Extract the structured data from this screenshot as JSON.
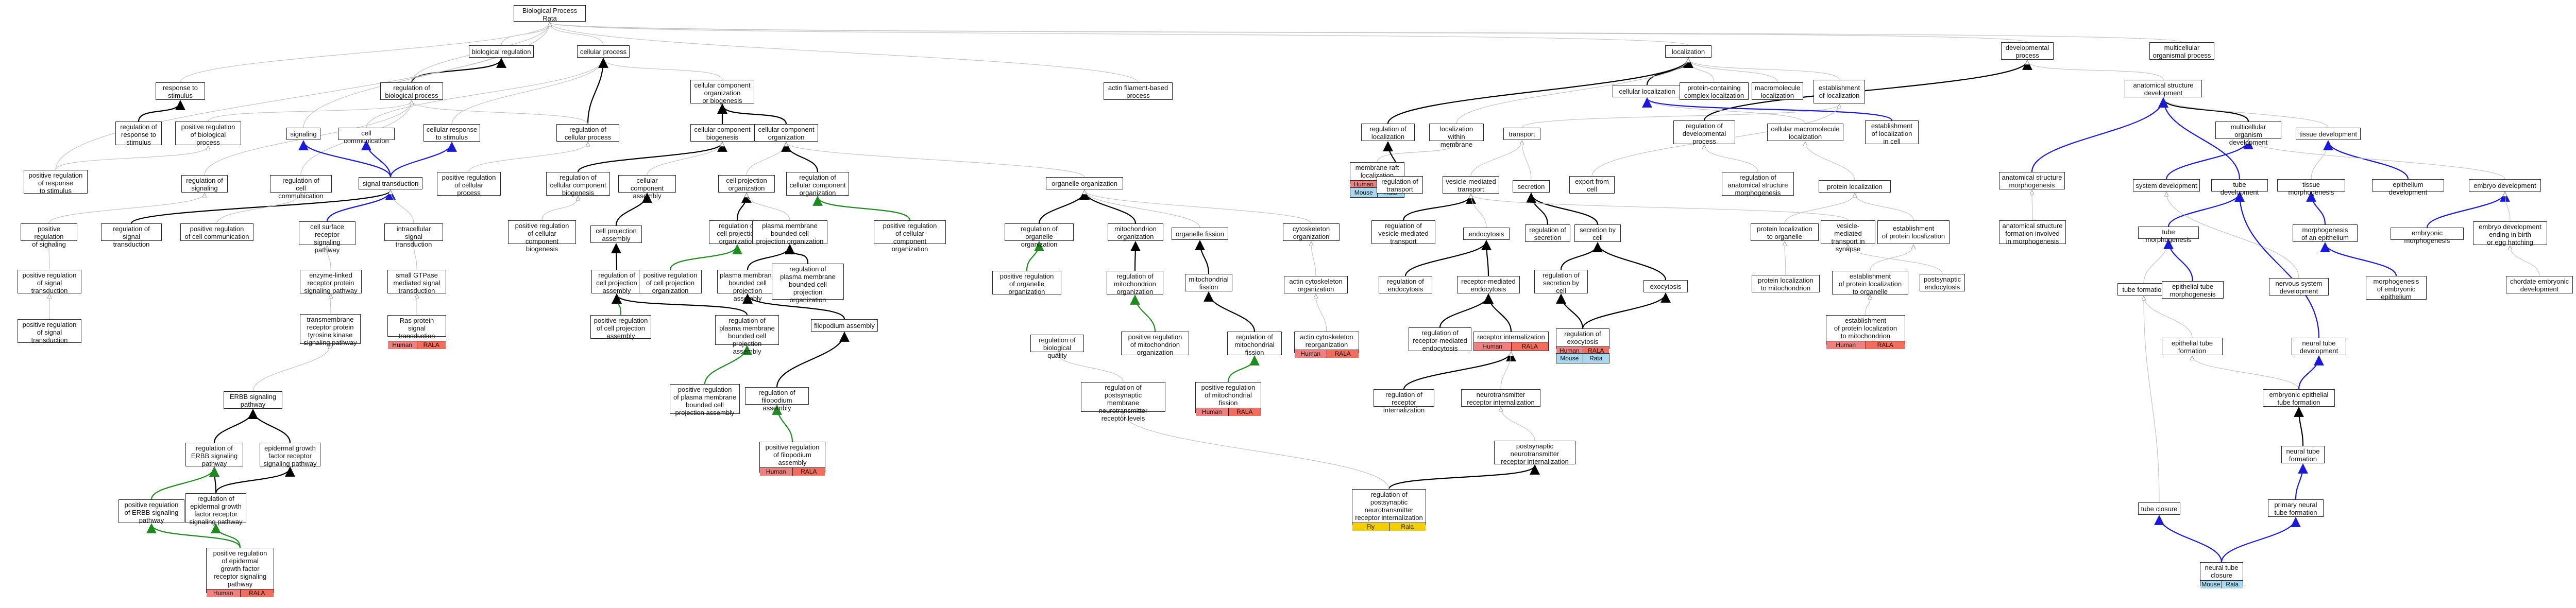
{
  "colors": {
    "edge_gray": "#c4c4c4",
    "edge_black": "#000000",
    "edge_green": "#1f8a1f",
    "edge_blue": "#1a1ad6",
    "tag_human": "#f08080",
    "tag_rata": "#f26d5b",
    "tag_mouse": "#a9d8f0",
    "tag_fly": "#f5d000"
  },
  "nodes": {
    "root": {
      "label": "Biological Process\nRata"
    },
    "biological_regulation": {
      "label": "biological regulation"
    },
    "cellular_process": {
      "label": "cellular process"
    },
    "response_to_stimulus": {
      "label": "response to\nstimulus"
    },
    "regulation_of_biological_process": {
      "label": "regulation of\nbiological process"
    },
    "cellular_component_organization_or_biogenesis": {
      "label": "cellular component\norganization\nor biogenesis"
    },
    "actin_filament_based_process": {
      "label": "actin filament-based\nprocess"
    },
    "localization": {
      "label": "localization"
    },
    "developmental_process": {
      "label": "developmental\nprocess"
    },
    "multicellular_organismal_process": {
      "label": "multicellular\norganismal process"
    },
    "regulation_of_response_to_stimulus": {
      "label": "regulation of\nresponse to\nstimulus"
    },
    "positive_regulation_of_biological_process": {
      "label": "positive regulation\nof biological\nprocess"
    },
    "signaling": {
      "label": "signaling"
    },
    "cell_communication": {
      "label": "cell communication"
    },
    "cellular_response_to_stimulus": {
      "label": "cellular response\nto stimulus"
    },
    "regulation_of_cellular_process": {
      "label": "regulation of\ncellular process"
    },
    "cellular_component_biogenesis": {
      "label": "cellular component\nbiogenesis"
    },
    "cellular_component_organization": {
      "label": "cellular component\norganization"
    },
    "cellular_localization": {
      "label": "cellular localization"
    },
    "protein_containing_complex_localization": {
      "label": "protein-containing\ncomplex localization"
    },
    "macromolecule_localization": {
      "label": "macromolecule\nlocalization"
    },
    "establishment_of_localization": {
      "label": "establishment\nof localization"
    },
    "regulation_of_localization": {
      "label": "regulation of\nlocalization"
    },
    "localization_within_membrane": {
      "label": "localization\nwithin membrane"
    },
    "transport": {
      "label": "transport"
    },
    "regulation_of_developmental_process": {
      "label": "regulation of\ndevelopmental\nprocess"
    },
    "cellular_macromolecule_localization": {
      "label": "cellular macromolecule\nlocalization"
    },
    "establishment_of_localization_in_cell": {
      "label": "establishment\nof localization\nin cell"
    },
    "anatomical_structure_development": {
      "label": "anatomical structure\ndevelopment"
    },
    "multicellular_organism_development": {
      "label": "multicellular\norganism development"
    },
    "tissue_development": {
      "label": "tissue development"
    },
    "positive_regulation_of_response_to_stimulus": {
      "label": "positive regulation\nof response\nto stimulus"
    },
    "regulation_of_signaling": {
      "label": "regulation of\nsignaling"
    },
    "regulation_of_cell_communication": {
      "label": "regulation of\ncell communication"
    },
    "signal_transduction": {
      "label": "signal transduction"
    },
    "positive_regulation_of_cellular_process": {
      "label": "positive regulation\nof cellular\nprocess"
    },
    "regulation_of_cellular_component_biogenesis": {
      "label": "regulation of\ncellular component\nbiogenesis"
    },
    "cellular_component_assembly": {
      "label": "cellular component\nassembly"
    },
    "cell_projection_organization": {
      "label": "cell projection\norganization"
    },
    "regulation_of_cellular_component_organization": {
      "label": "regulation of\ncellular component\norganization"
    },
    "organelle_organization": {
      "label": "organelle organization"
    },
    "membrane_raft_localization": {
      "label": "membrane raft\nlocalization",
      "tags": [
        "Human",
        "RALA"
      ]
    },
    "mouse_rata_raft": {
      "label": "",
      "tags": [
        "Mouse",
        "Rata"
      ]
    },
    "regulation_of_transport": {
      "label": "regulation of\ntransport"
    },
    "vesicle_mediated_transport": {
      "label": "vesicle-mediated\ntransport"
    },
    "secretion": {
      "label": "secretion"
    },
    "export_from_cell": {
      "label": "export from\ncell"
    },
    "regulation_of_anatomical_structure_morphogenesis": {
      "label": "regulation of\nanatomical structure\nmorphogenesis"
    },
    "protein_localization": {
      "label": "protein localization"
    },
    "anatomical_structure_morphogenesis": {
      "label": "anatomical structure\nmorphogenesis"
    },
    "system_development": {
      "label": "system development"
    },
    "tube_development": {
      "label": "tube development"
    },
    "tissue_morphogenesis": {
      "label": "tissue morphogenesis"
    },
    "epithelium_development": {
      "label": "epithelium development"
    },
    "embryo_development": {
      "label": "embryo development"
    },
    "positive_regulation_of_signaling": {
      "label": "positive regulation\nof signaling"
    },
    "positive_regulation_of_signal_transduction": {
      "label": "regulation of\nsignal transduction"
    },
    "positive_regulation_of_cell_communication": {
      "label": "positive regulation\nof cell communication"
    },
    "cell_surface_receptor_signaling_pathway": {
      "label": "cell surface\nreceptor signaling\npathway"
    },
    "intracellular_signal_transduction": {
      "label": "intracellular\nsignal transduction"
    },
    "positive_regulation_of_cellular_component_biogenesis": {
      "label": "positive regulation\nof cellular\ncomponent biogenesis"
    },
    "cell_projection_assembly": {
      "label": "cell projection\nassembly"
    },
    "regulation_of_cell_projection_organization": {
      "label": "regulation of\ncell projection\norganization"
    },
    "plasma_membrane_bounded_cell_projection_organization": {
      "label": "plasma membrane\nbounded cell\nprojection organization"
    },
    "positive_regulation_of_cellular_component_organization": {
      "label": "positive regulation\nof cellular\ncomponent organization"
    },
    "regulation_of_organelle_organization": {
      "label": "regulation of\norganelle organization"
    },
    "mitochondrion_organization": {
      "label": "mitochondrion\norganization"
    },
    "organelle_fission": {
      "label": "organelle fission"
    },
    "cytoskeleton_organization": {
      "label": "cytoskeleton\norganization"
    },
    "regulation_of_vesicle_mediated_transport": {
      "label": "regulation of\nvesicle-mediated\ntransport"
    },
    "endocytosis": {
      "label": "endocytosis"
    },
    "regulation_of_secretion": {
      "label": "regulation of\nsecretion"
    },
    "secretion_by_cell": {
      "label": "secretion by\ncell"
    },
    "protein_localization_to_organelle": {
      "label": "protein localization\nto organelle"
    },
    "vesicle_mediated_transport_in_synapse": {
      "label": "vesicle-mediated\ntransport in\nsynapse"
    },
    "establishment_of_protein_localization": {
      "label": "establishment\nof protein localization"
    },
    "anatomical_structure_formation_involved_in_morphogenesis": {
      "label": "anatomical structure\nformation involved\nin morphogenesis"
    },
    "tube_morphogenesis": {
      "label": "tube morphogenesis"
    },
    "morphogenesis_of_an_epithelium": {
      "label": "morphogenesis\nof an epithelium"
    },
    "embryonic_morphogenesis": {
      "label": "embryonic morphogenesis"
    },
    "embryo_development_ending_in_birth": {
      "label": "embryo development\nending in birth\nor egg hatching"
    },
    "positive_regulation_of_signal_transduction_2": {
      "label": "positive regulation\nof signal\ntransduction"
    },
    "enzyme_linked_receptor_protein_signaling_pathway": {
      "label": "enzyme-linked\nreceptor protein\nsignaling pathway"
    },
    "small_gtpase_mediated_signal_transduction": {
      "label": "small GTPase\nmediated signal\ntransduction"
    },
    "regulation_of_cell_projection_assembly": {
      "label": "regulation of\ncell projection\nassembly"
    },
    "positive_regulation_of_cell_projection_organization": {
      "label": "positive regulation\nof cell projection\norganization"
    },
    "plasma_membrane_bounded_cell_projection_assembly": {
      "label": "plasma membrane\nbounded cell\nprojection assembly"
    },
    "regulation_of_plasma_membrane_bounded_cell_projection_organization": {
      "label": "regulation of\nplasma membrane\nbounded cell\nprojection organization"
    },
    "positive_regulation_of_organelle_organization": {
      "label": "positive regulation\nof organelle\norganization"
    },
    "regulation_of_mitochondrion_organization": {
      "label": "regulation of\nmitochondrion\norganization"
    },
    "mitochondrial_fission": {
      "label": "mitochondrial\nfission"
    },
    "actin_cytoskeleton_organization": {
      "label": "actin cytoskeleton\norganization"
    },
    "regulation_of_endocytosis": {
      "label": "regulation of\nendocytosis"
    },
    "receptor_mediated_endocytosis": {
      "label": "receptor-mediated\nendocytosis"
    },
    "regulation_of_secretion_by_cell": {
      "label": "regulation of\nsecretion by\ncell"
    },
    "exocytosis": {
      "label": "exocytosis"
    },
    "protein_localization_to_mitochondrion": {
      "label": "protein localization\nto mitochondrion"
    },
    "establishment_of_protein_localization_to_organelle": {
      "label": "establishment\nof protein localization\nto organelle"
    },
    "postsynaptic_endocytosis": {
      "label": "postsynaptic\nendocytosis"
    },
    "tube_formation": {
      "label": "tube formation"
    },
    "epithelial_tube_morphogenesis": {
      "label": "epithelial tube\nmorphogenesis"
    },
    "nervous_system_development": {
      "label": "nervous system\ndevelopment"
    },
    "morphogenesis_of_embryonic_epithelium": {
      "label": "morphogenesis\nof embryonic\nepithelium"
    },
    "chordate_embryonic_development": {
      "label": "chordate embryonic\ndevelopment"
    },
    "positive_regulation_of_signal_transduction_main": {
      "label": "positive regulation\nof signal\ntransduction"
    },
    "transmembrane_receptor_protein_tyrosine_kinase_signaling_pathway": {
      "label": "transmembrane\nreceptor protein\ntyrosine kinase\nsignaling pathway"
    },
    "ras_protein_signal_transduction": {
      "label": "Ras protein\nsignal transduction",
      "tags": [
        "Human",
        "RALA"
      ]
    },
    "positive_regulation_of_cell_projection_assembly": {
      "label": "positive regulation\nof cell projection\nassembly"
    },
    "regulation_of_plasma_membrane_bounded_cell_projection_assembly": {
      "label": "regulation of\nplasma membrane\nbounded cell\nprojection assembly"
    },
    "filopodium_assembly": {
      "label": "filopodium assembly"
    },
    "regulation_of_biological_quality": {
      "label": "regulation of\nbiological quality"
    },
    "positive_regulation_of_mitochondrion_organization": {
      "label": "positive regulation\nof mitochondrion\norganization"
    },
    "regulation_of_mitochondrial_fission": {
      "label": "regulation of\nmitochondrial\nfission"
    },
    "actin_cytoskeleton_reorganization": {
      "label": "actin cytoskeleton\nreorganization",
      "tags": [
        "Human",
        "RALA"
      ]
    },
    "regulation_of_receptor_mediated_endocytosis": {
      "label": "regulation of\nreceptor-mediated\nendocytosis"
    },
    "receptor_internalization": {
      "label": "receptor internalization",
      "tags": [
        "Human",
        "RALA"
      ]
    },
    "regulation_of_exocytosis": {
      "label": "regulation of\nexocytosis",
      "tags": [
        "Human",
        "RALA"
      ]
    },
    "regulation_of_exocytosis_mouse": {
      "label": "",
      "tags": [
        "Mouse",
        "Rata"
      ]
    },
    "establishment_of_protein_localization_to_mitochondrion": {
      "label": "establishment\nof protein localization\nto mitochondrion",
      "tags": [
        "Human",
        "RALA"
      ]
    },
    "epithelial_tube_formation": {
      "label": "epithelial tube\nformation"
    },
    "neural_tube_development": {
      "label": "neural tube\ndevelopment"
    },
    "erbb_signaling_pathway": {
      "label": "ERBB signaling\npathway"
    },
    "positive_regulation_of_plasma_membrane_bounded_cell_projection_assembly": {
      "label": "positive regulation\nof plasma membrane\nbounded cell\nprojection assembly"
    },
    "regulation_of_filopodium_assembly": {
      "label": "regulation of\nfilopodium assembly"
    },
    "regulation_of_postsynaptic_membrane_neurotransmitter_receptor_levels": {
      "label": "regulation of\npostsynaptic\nmembrane neurotransmitter\nreceptor levels"
    },
    "positive_regulation_of_mitochondrial_fission": {
      "label": "positive regulation\nof mitochondrial\nfission",
      "tags": [
        "Human",
        "RALA"
      ]
    },
    "regulation_of_receptor_internalization": {
      "label": "regulation of\nreceptor internalization"
    },
    "neurotransmitter_receptor_internalization": {
      "label": "neurotransmitter\nreceptor internalization"
    },
    "embryonic_epithelial_tube_formation": {
      "label": "embryonic epithelial\ntube formation"
    },
    "regulation_of_erbb_signaling_pathway": {
      "label": "regulation of\nERBB signaling\npathway"
    },
    "epidermal_growth_factor_receptor_signaling_pathway": {
      "label": "epidermal growth\nfactor receptor\nsignaling pathway"
    },
    "positive_regulation_of_filopodium_assembly": {
      "label": "positive regulation\nof filopodium\nassembly",
      "tags": [
        "Human",
        "RALA"
      ]
    },
    "postsynaptic_neurotransmitter_receptor_internalization": {
      "label": "postsynaptic\nneurotransmitter\nreceptor internalization"
    },
    "neural_tube_formation": {
      "label": "neural tube\nformation"
    },
    "tube_closure": {
      "label": "tube closure"
    },
    "regulation_of_epidermal_growth_factor_receptor_signaling_pathway": {
      "label": "regulation of\nepidermal growth\nfactor receptor\nsignaling pathway"
    },
    "positive_regulation_of_erbb_signaling_pathway": {
      "label": "positive regulation\nof ERBB signaling\npathway"
    },
    "regulation_of_postsynaptic_neurotransmitter_receptor_internalization": {
      "label": "regulation of\npostsynaptic\nneurotransmitter\nreceptor internalization",
      "tags": [
        "Fly",
        "Rala"
      ]
    },
    "primary_neural_tube_formation": {
      "label": "primary neural\ntube formation"
    },
    "positive_regulation_of_epidermal_growth_factor_receptor_signaling_pathway": {
      "label": "positive regulation\nof epidermal\ngrowth factor\nreceptor signaling\npathway",
      "tags": [
        "Human",
        "RALA"
      ]
    },
    "neural_tube_closure": {
      "label": "neural tube\nclosure",
      "tags": [
        "Mouse",
        "Rala"
      ]
    }
  }
}
